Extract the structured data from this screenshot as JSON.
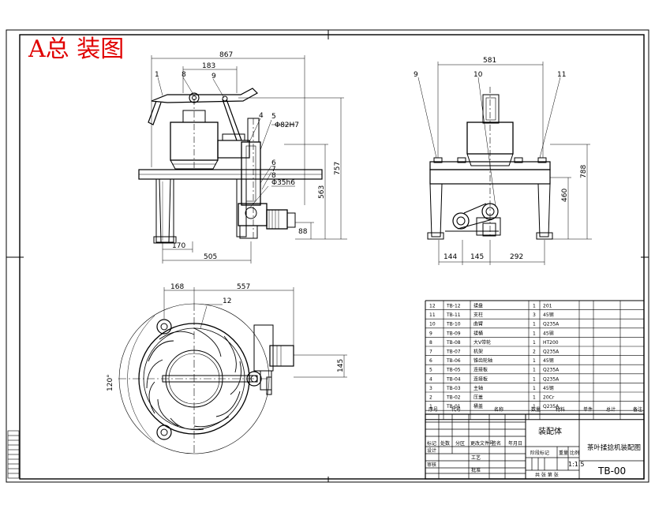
{
  "title": "A总 装图",
  "colors": {
    "title": "#e00000",
    "line": "#000000",
    "paper": "#ffffff"
  },
  "front_view": {
    "dims": [
      "867",
      "183",
      "Φ82H7",
      "Φ35h6",
      "757",
      "563",
      "88",
      "170",
      "505"
    ],
    "balloons": [
      "1",
      "8",
      "9",
      "4",
      "5",
      "6",
      "7",
      "8"
    ]
  },
  "side_view": {
    "dims": [
      "581",
      "788",
      "460",
      "144",
      "145",
      "292"
    ],
    "balloons": [
      "9",
      "10",
      "11"
    ]
  },
  "top_view": {
    "dims": [
      "168",
      "557",
      "120°",
      "145"
    ],
    "balloons": [
      "12"
    ]
  },
  "bom": {
    "rows": [
      {
        "no": "12",
        "code": "TB-12",
        "name": "揉盘",
        "qty": "1",
        "mat": "201"
      },
      {
        "no": "11",
        "code": "TB-11",
        "name": "支柱",
        "qty": "3",
        "mat": "45钢"
      },
      {
        "no": "10",
        "code": "TB-10",
        "name": "曲臂",
        "qty": "1",
        "mat": "Q235A"
      },
      {
        "no": "9",
        "code": "TB-09",
        "name": "揉桶",
        "qty": "1",
        "mat": "45钢"
      },
      {
        "no": "8",
        "code": "TB-08",
        "name": "大V带轮",
        "qty": "1",
        "mat": "HT200"
      },
      {
        "no": "7",
        "code": "TB-07",
        "name": "机架",
        "qty": "2",
        "mat": "Q235A"
      },
      {
        "no": "6",
        "code": "TB-06",
        "name": "锥齿轮轴",
        "qty": "1",
        "mat": "45钢"
      },
      {
        "no": "5",
        "code": "TB-05",
        "name": "连接板",
        "qty": "1",
        "mat": "Q235A"
      },
      {
        "no": "4",
        "code": "TB-04",
        "name": "连接板",
        "qty": "1",
        "mat": "Q235A"
      },
      {
        "no": "3",
        "code": "TB-03",
        "name": "主轴",
        "qty": "1",
        "mat": "45钢"
      },
      {
        "no": "2",
        "code": "TB-02",
        "name": "压盖",
        "qty": "1",
        "mat": "20Cr"
      },
      {
        "no": "1",
        "code": "TB-01",
        "name": "桶盖",
        "qty": "1",
        "mat": "Q235A"
      }
    ],
    "header": [
      "序号",
      "代号",
      "名称",
      "数量",
      "材料",
      "单件",
      "总计",
      "备注"
    ]
  },
  "title_block": {
    "assembly": "装配体",
    "drawing_name": "茶叶揉捻机装配图",
    "scale": "1:1.5",
    "drawing_no": "TB-00",
    "row_labels": [
      "标记",
      "处数",
      "分区",
      "更改文件号",
      "签名",
      "年月日"
    ],
    "design_label": "设计",
    "check_label": "审核",
    "process_label": "工艺",
    "approve_label": "批准",
    "stage_label": "阶段标记",
    "weight_label": "重量",
    "scale_label": "比例",
    "sheet_label": "共 张 第 张"
  }
}
